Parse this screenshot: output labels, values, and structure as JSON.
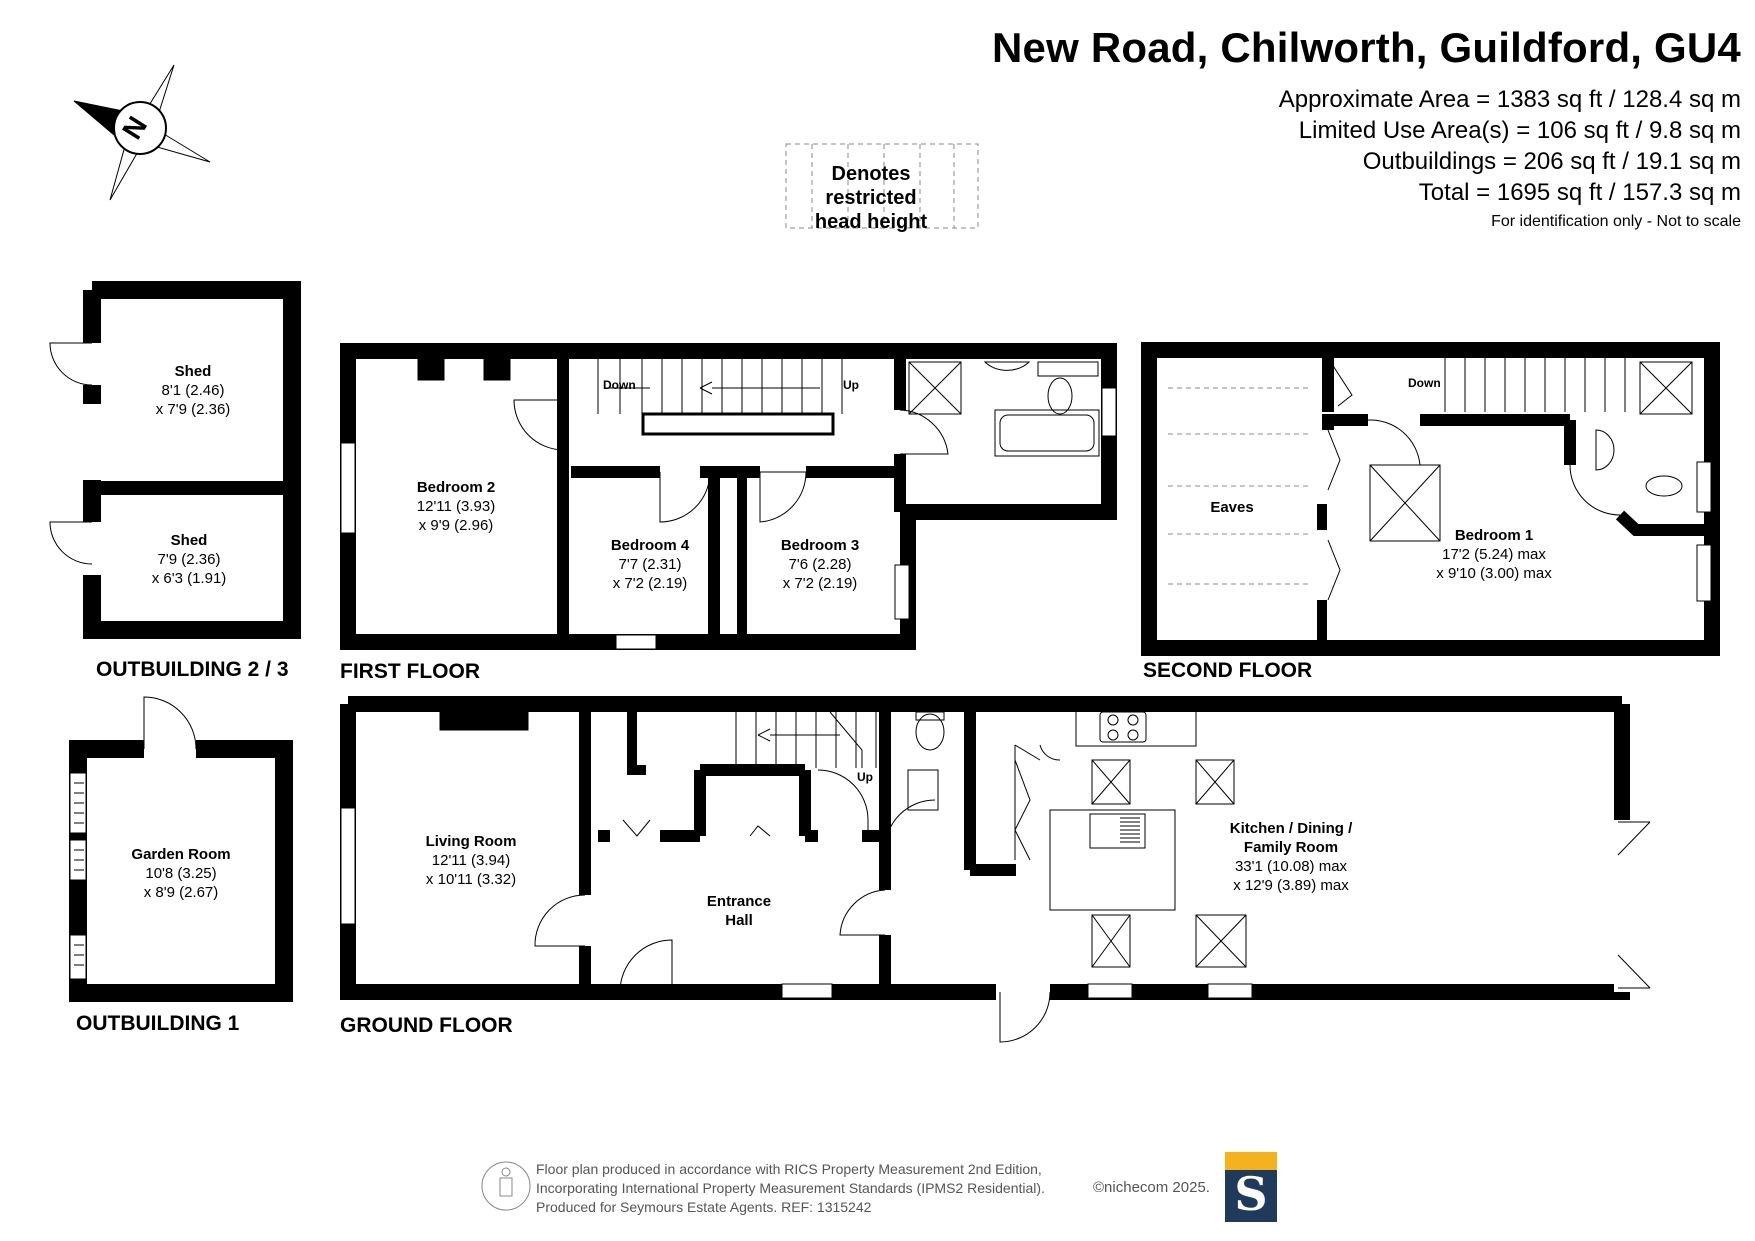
{
  "header": {
    "title": "New Road, Chilworth, Guildford, GU4",
    "approx_area": "Approximate Area = 1383 sq ft / 128.4 sq m",
    "limited_use": "Limited Use Area(s) = 106 sq ft / 9.8 sq m",
    "outbuildings": "Outbuildings = 206 sq ft / 19.1 sq m",
    "total": "Total = 1695 sq ft / 157.3 sq m",
    "note": "For identification only - Not to scale"
  },
  "compass": {
    "label": "N"
  },
  "legend": {
    "line1": "Denotes restricted",
    "line2": "head height"
  },
  "floors": {
    "outbuilding_23": "OUTBUILDING 2 / 3",
    "first": "FIRST FLOOR",
    "second": "SECOND FLOOR",
    "outbuilding_1": "OUTBUILDING 1",
    "ground": "GROUND FLOOR"
  },
  "rooms": {
    "shed1": {
      "name": "Shed",
      "dim1": "8'1 (2.46)",
      "dim2": "x 7'9 (2.36)"
    },
    "shed2": {
      "name": "Shed",
      "dim1": "7'9 (2.36)",
      "dim2": "x 6'3 (1.91)"
    },
    "garden": {
      "name": "Garden Room",
      "dim1": "10'8 (3.25)",
      "dim2": "x 8'9 (2.67)"
    },
    "bed2": {
      "name": "Bedroom 2",
      "dim1": "12'11 (3.93)",
      "dim2": "x 9'9 (2.96)"
    },
    "bed4": {
      "name": "Bedroom 4",
      "dim1": "7'7 (2.31)",
      "dim2": "x 7'2 (2.19)"
    },
    "bed3": {
      "name": "Bedroom 3",
      "dim1": "7'6 (2.28)",
      "dim2": "x 7'2 (2.19)"
    },
    "bed1": {
      "name": "Bedroom 1",
      "dim1": "17'2 (5.24) max",
      "dim2": "x 9'10 (3.00) max"
    },
    "eaves": {
      "name": "Eaves"
    },
    "living": {
      "name": "Living Room",
      "dim1": "12'11 (3.94)",
      "dim2": "x 10'11 (3.32)"
    },
    "hall": {
      "name1": "Entrance",
      "name2": "Hall"
    },
    "kitchen": {
      "name1": "Kitchen / Dining /",
      "name2": "Family Room",
      "dim1": "33'1 (10.08) max",
      "dim2": "x 12'9 (3.89) max"
    }
  },
  "stairs": {
    "down": "Down",
    "up": "Up"
  },
  "footer": {
    "line1": "Floor plan produced in accordance with RICS Property Measurement 2nd Edition,",
    "line2": "Incorporating International Property Measurement Standards (IPMS2 Residential).",
    "line3": "Produced for Seymours Estate Agents.   REF: 1315242",
    "brand": "©nichecom 2025.",
    "logo_letter": "S"
  },
  "colors": {
    "wall": "#000000",
    "background": "#ffffff",
    "logo_navy": "#1f3a5a",
    "logo_gold": "#f5b21f"
  }
}
